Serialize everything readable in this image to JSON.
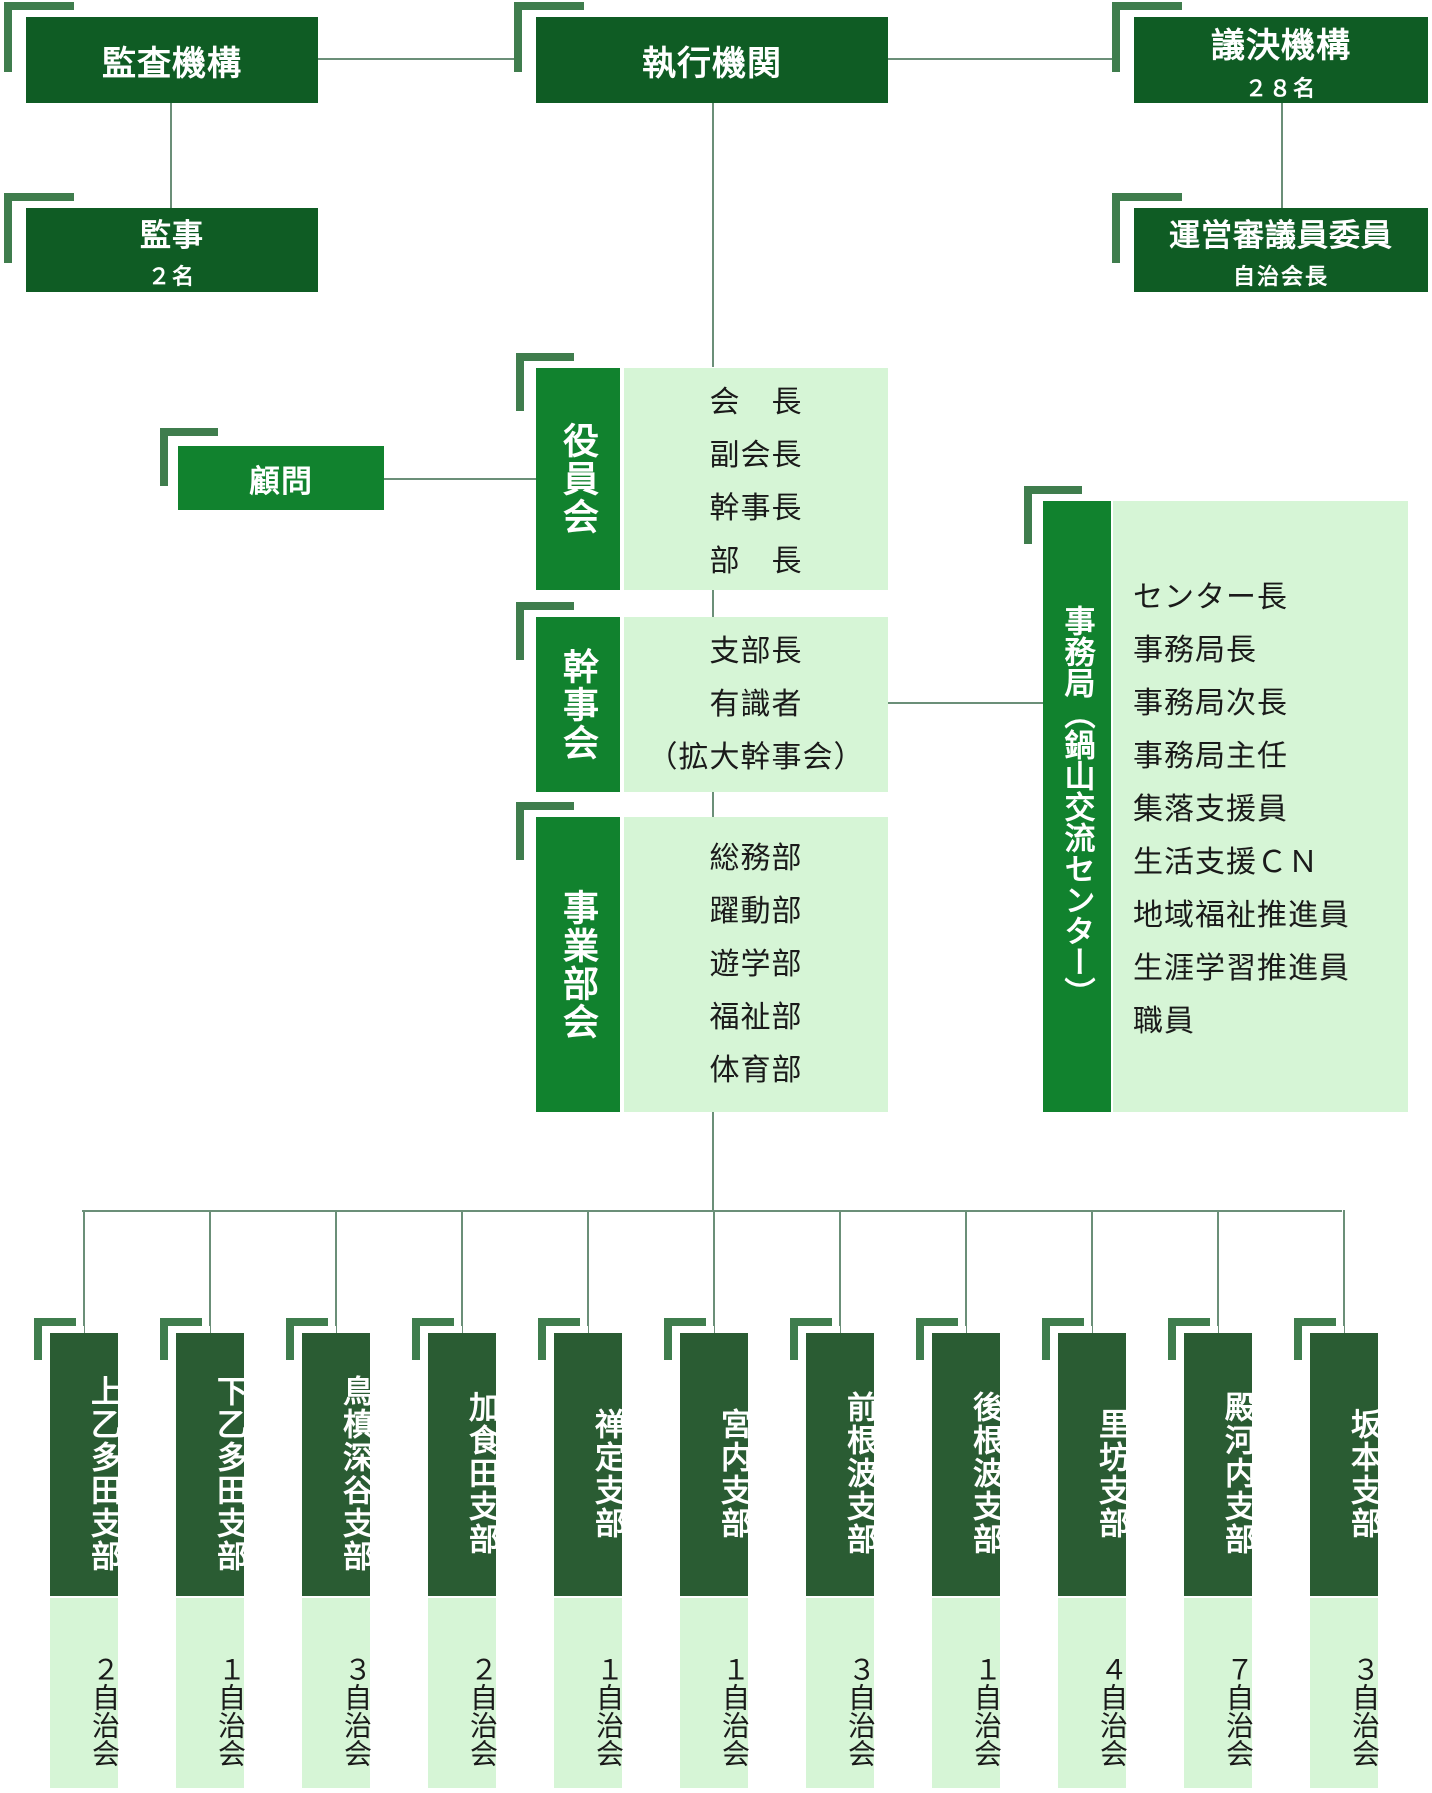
{
  "top": {
    "audit": {
      "label": "監査機構"
    },
    "executive": {
      "label": "執行機関"
    },
    "legislative": {
      "label": "議決機構",
      "sub": "２８名"
    }
  },
  "auditor": {
    "label": "監事",
    "sub": "２名"
  },
  "council": {
    "label": "運営審議員委員",
    "sub": "自治会長"
  },
  "advisor": {
    "label": "顧問"
  },
  "board": {
    "label": "役員会",
    "items": [
      "会　長",
      "副会長",
      "幹事長",
      "部　長"
    ]
  },
  "secretaries": {
    "label": "幹事会",
    "items": [
      "支部長",
      "有識者",
      "（拡大幹事会）"
    ]
  },
  "departments": {
    "label": "事業部会",
    "items": [
      "総務部",
      "躍動部",
      "遊学部",
      "福祉部",
      "体育部"
    ]
  },
  "office": {
    "label": "事務局（鍋山交流センター）",
    "items": [
      "センター長",
      "事務局長",
      "事務局次長",
      "事務局主任",
      "集落支援員",
      "生活支援ＣＮ",
      "地域福祉推進員",
      "生涯学習推進員",
      "職員"
    ]
  },
  "branches": [
    {
      "name": "上乙多田支部",
      "count": "２自治会"
    },
    {
      "name": "下乙多田支部",
      "count": "１自治会"
    },
    {
      "name": "鳥槙深谷支部",
      "count": "３自治会"
    },
    {
      "name": "加食田支部",
      "count": "２自治会"
    },
    {
      "name": "禅定支部",
      "count": "１自治会"
    },
    {
      "name": "宮内支部",
      "count": "１自治会"
    },
    {
      "name": "前根波支部",
      "count": "３自治会"
    },
    {
      "name": "後根波支部",
      "count": "１自治会"
    },
    {
      "name": "里坊支部",
      "count": "４自治会"
    },
    {
      "name": "殿河内支部",
      "count": "７自治会"
    },
    {
      "name": "坂本支部",
      "count": "３自治会"
    }
  ],
  "colors": {
    "dark": "#0f5c24",
    "mid": "#11822e",
    "branch": "#2a5c33",
    "panel": "#d6f5d6",
    "line": "#6b8f78"
  }
}
